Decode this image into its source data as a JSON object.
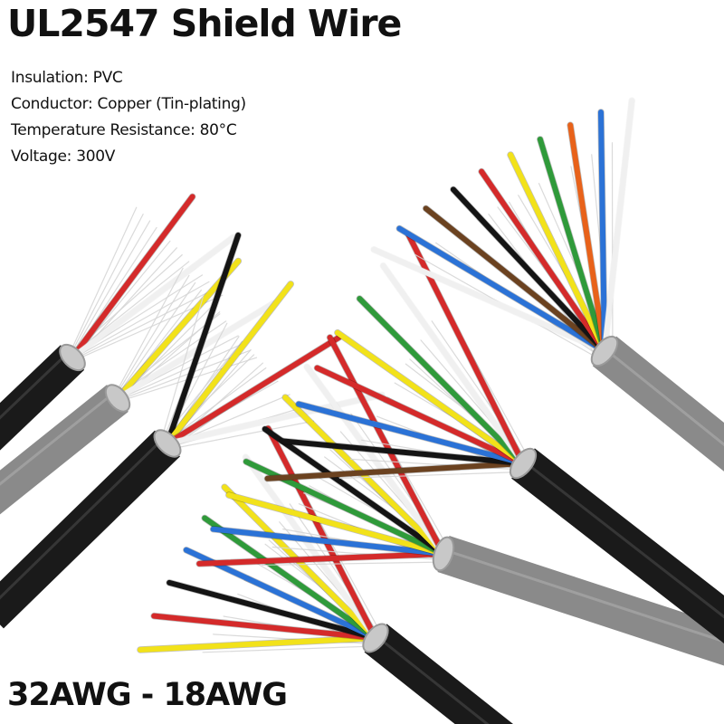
{
  "title": "UL2547 Shield Wire",
  "specs": [
    "Insulation: PVC",
    "Conductor: Copper (Tin-plating)",
    "Temperature Resistance: 80°C",
    "Voltage: 300V"
  ],
  "awg_range": "32AWG - 18AWG",
  "colors": {
    "jacket_black": "#1a1a1a",
    "jacket_gray": "#8a8a8a",
    "red": "#d42a2a",
    "yellow": "#f2e21a",
    "black": "#141414",
    "white": "#f0f0f0",
    "blue": "#2b72d6",
    "green": "#2f9a3a",
    "brown": "#6b4220",
    "orange": "#e8621a",
    "shield": "#c8c8c8"
  },
  "cables": [
    {
      "name": "cable-2-core-black",
      "jacket": "black",
      "cores": [
        "red",
        "white"
      ]
    },
    {
      "name": "cable-2-core-gray",
      "jacket": "gray",
      "cores": [
        "yellow",
        "white"
      ]
    },
    {
      "name": "cable-4-core-black",
      "jacket": "black",
      "cores": [
        "black",
        "yellow",
        "red",
        "white"
      ]
    },
    {
      "name": "cable-8-core-black",
      "jacket": "black",
      "cores": [
        "yellow",
        "red",
        "black",
        "blue",
        "green",
        "yellow",
        "white",
        "red"
      ]
    },
    {
      "name": "cable-8-core-gray",
      "jacket": "gray",
      "cores": [
        "red",
        "blue",
        "yellow",
        "green",
        "black",
        "yellow",
        "white",
        "red"
      ]
    },
    {
      "name": "cable-8-core-black-large",
      "jacket": "black",
      "cores": [
        "brown",
        "black",
        "blue",
        "red",
        "yellow",
        "green",
        "white",
        "red"
      ]
    },
    {
      "name": "cable-10-core-gray",
      "jacket": "gray",
      "cores": [
        "white",
        "blue",
        "brown",
        "black",
        "red",
        "yellow",
        "green",
        "orange",
        "blue",
        "white"
      ]
    }
  ]
}
